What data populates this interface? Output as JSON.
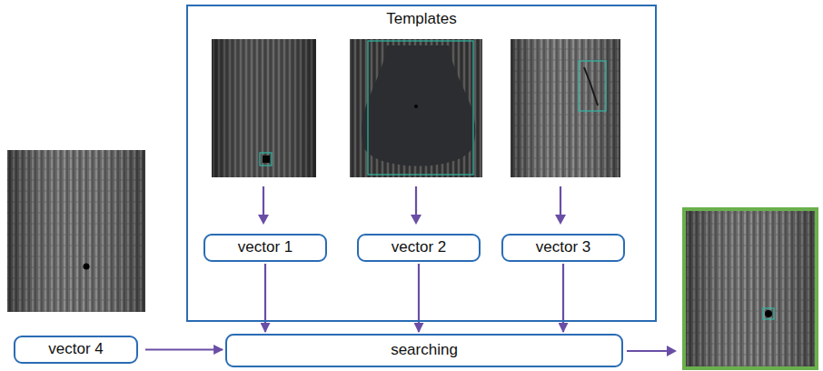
{
  "diagram": {
    "nodes": [
      {
        "text": [
          "Templates"
        ]
      },
      {
        "text": [
          "vector 1"
        ],
        "in": 0
      },
      {
        "text": [
          "vector 2"
        ],
        "in": 0
      },
      {
        "text": [
          "vector 3"
        ],
        "in": 0
      },
      {
        "text": [
          "vector 4"
        ]
      },
      {
        "text": [
          "searching"
        ]
      }
    ],
    "edges": [
      {
        "from": 1,
        "to": 5,
        "arrow": "to"
      },
      {
        "from": 2,
        "to": 5,
        "arrow": "to"
      },
      {
        "from": 3,
        "to": 5,
        "arrow": "to"
      },
      {
        "from": 4,
        "to": 5,
        "arrow": "to"
      }
    ]
  }
}
